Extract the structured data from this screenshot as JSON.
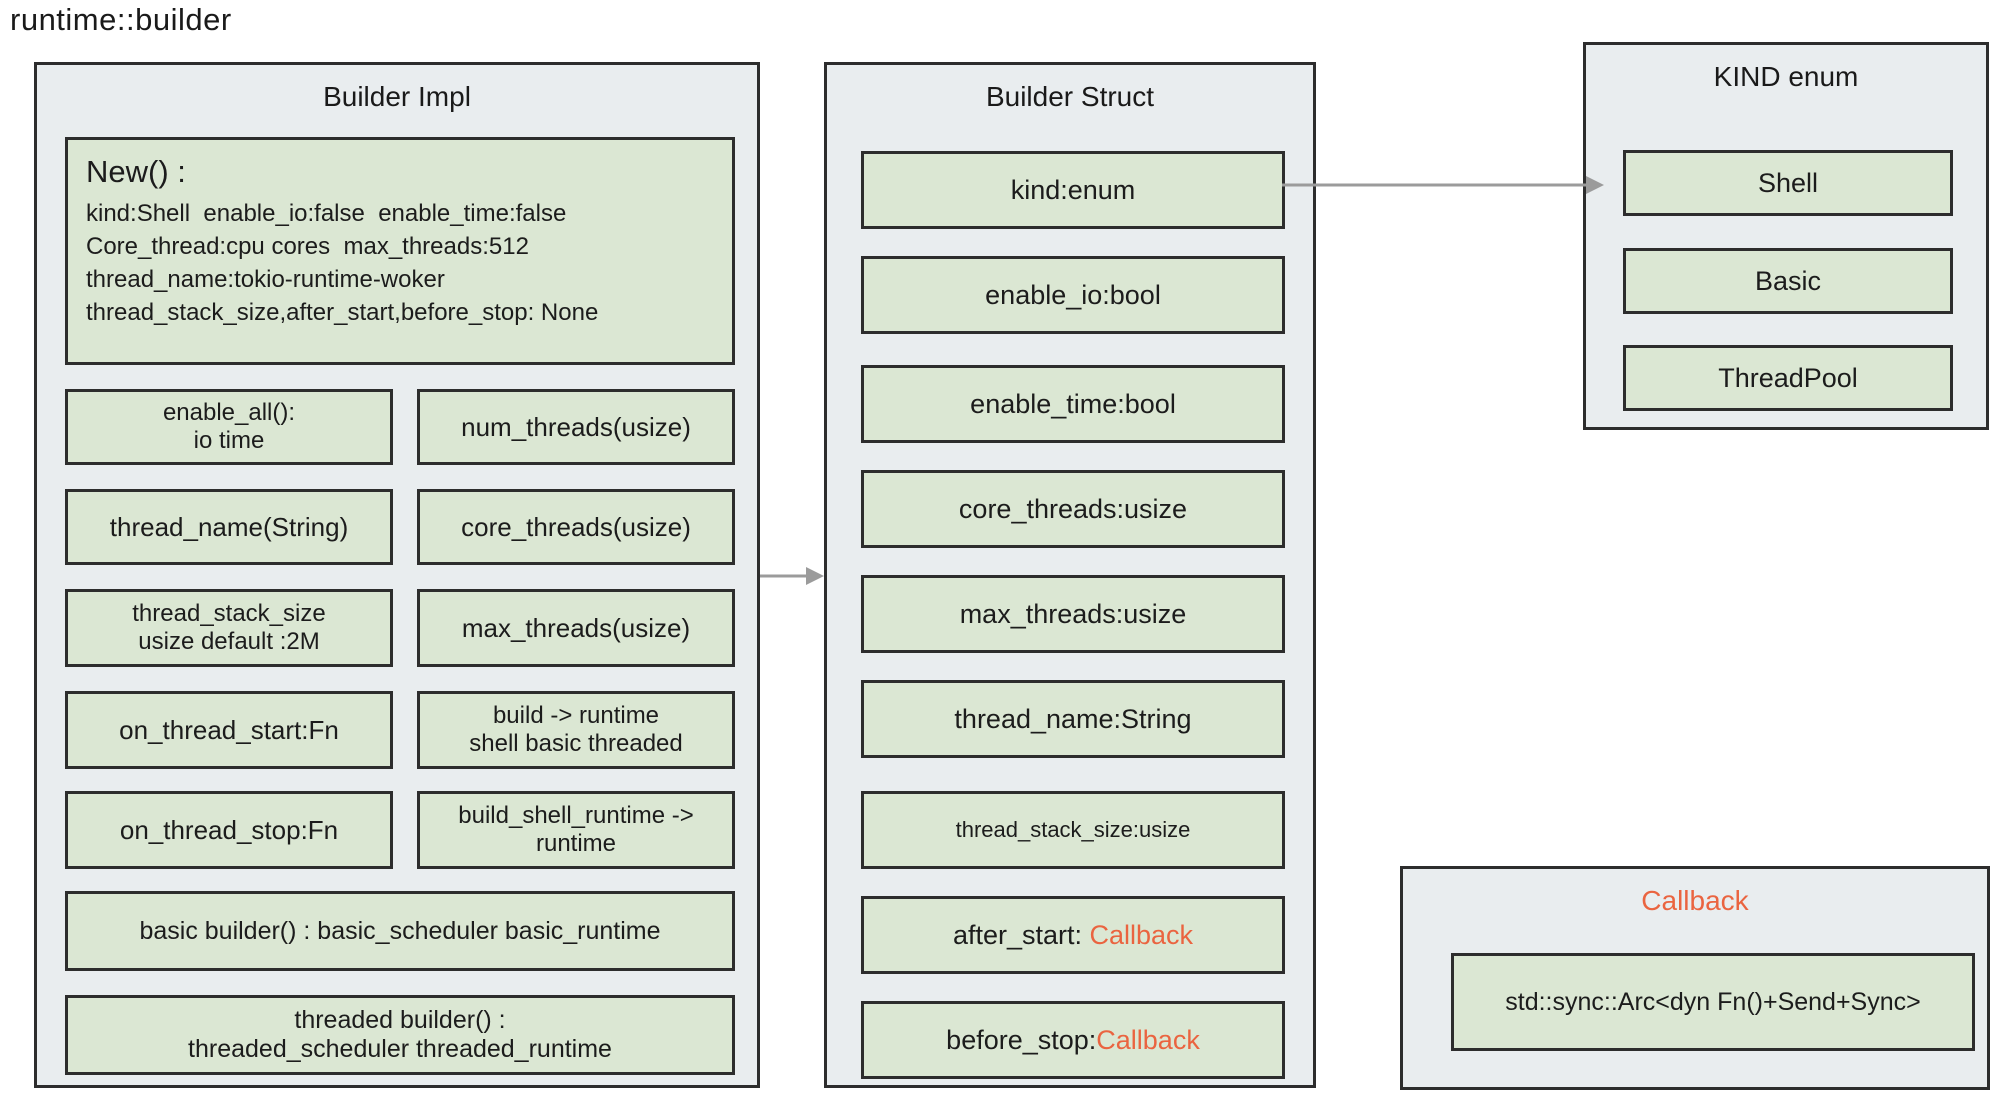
{
  "title": "runtime::builder",
  "colors": {
    "accent_orange": "#ea6440",
    "green_fill": "#dbe7d3",
    "panel_fill": "#e9edef",
    "border": "#2d2d2d",
    "arrow_gray": "#9b9b9b"
  },
  "builder_impl": {
    "title": "Builder Impl",
    "new_box": {
      "heading": "New() :",
      "body": "kind:Shell  enable_io:false  enable_time:false\nCore_thread:cpu cores  max_threads:512\nthread_name:tokio-runtime-woker\nthread_stack_size,after_start,before_stop: None"
    },
    "methods": [
      {
        "label": "enable_all():\nio time"
      },
      {
        "label": "num_threads(usize)"
      },
      {
        "label": "thread_name(String)"
      },
      {
        "label": "core_threads(usize)"
      },
      {
        "label": "thread_stack_size\nusize default :2M"
      },
      {
        "label": "max_threads(usize)"
      },
      {
        "label": "on_thread_start:Fn"
      },
      {
        "label": "build -> runtime\nshell basic threaded"
      },
      {
        "label": "on_thread_stop:Fn"
      },
      {
        "label": "build_shell_runtime ->\nruntime"
      },
      {
        "label": "basic builder() : basic_scheduler basic_runtime"
      },
      {
        "label": "threaded builder() :\nthreaded_scheduler threaded_runtime"
      }
    ]
  },
  "builder_struct": {
    "title": "Builder Struct",
    "fields": [
      {
        "label": "kind:enum"
      },
      {
        "label": "enable_io:bool"
      },
      {
        "label": "enable_time:bool"
      },
      {
        "label": "core_threads:usize"
      },
      {
        "label": "max_threads:usize"
      },
      {
        "label": "thread_name:String"
      },
      {
        "label": "thread_stack_size:usize"
      },
      {
        "label_black": "after_start: ",
        "label_orange": "Callback"
      },
      {
        "label_black": "before_stop:",
        "label_orange": "Callback"
      }
    ]
  },
  "kind_enum": {
    "title": "KIND enum",
    "variants": [
      {
        "label": "Shell"
      },
      {
        "label": "Basic"
      },
      {
        "label": "ThreadPool"
      }
    ]
  },
  "callback": {
    "title": "Callback",
    "type_box": "std::sync::Arc<dyn Fn()+Send+Sync>"
  }
}
